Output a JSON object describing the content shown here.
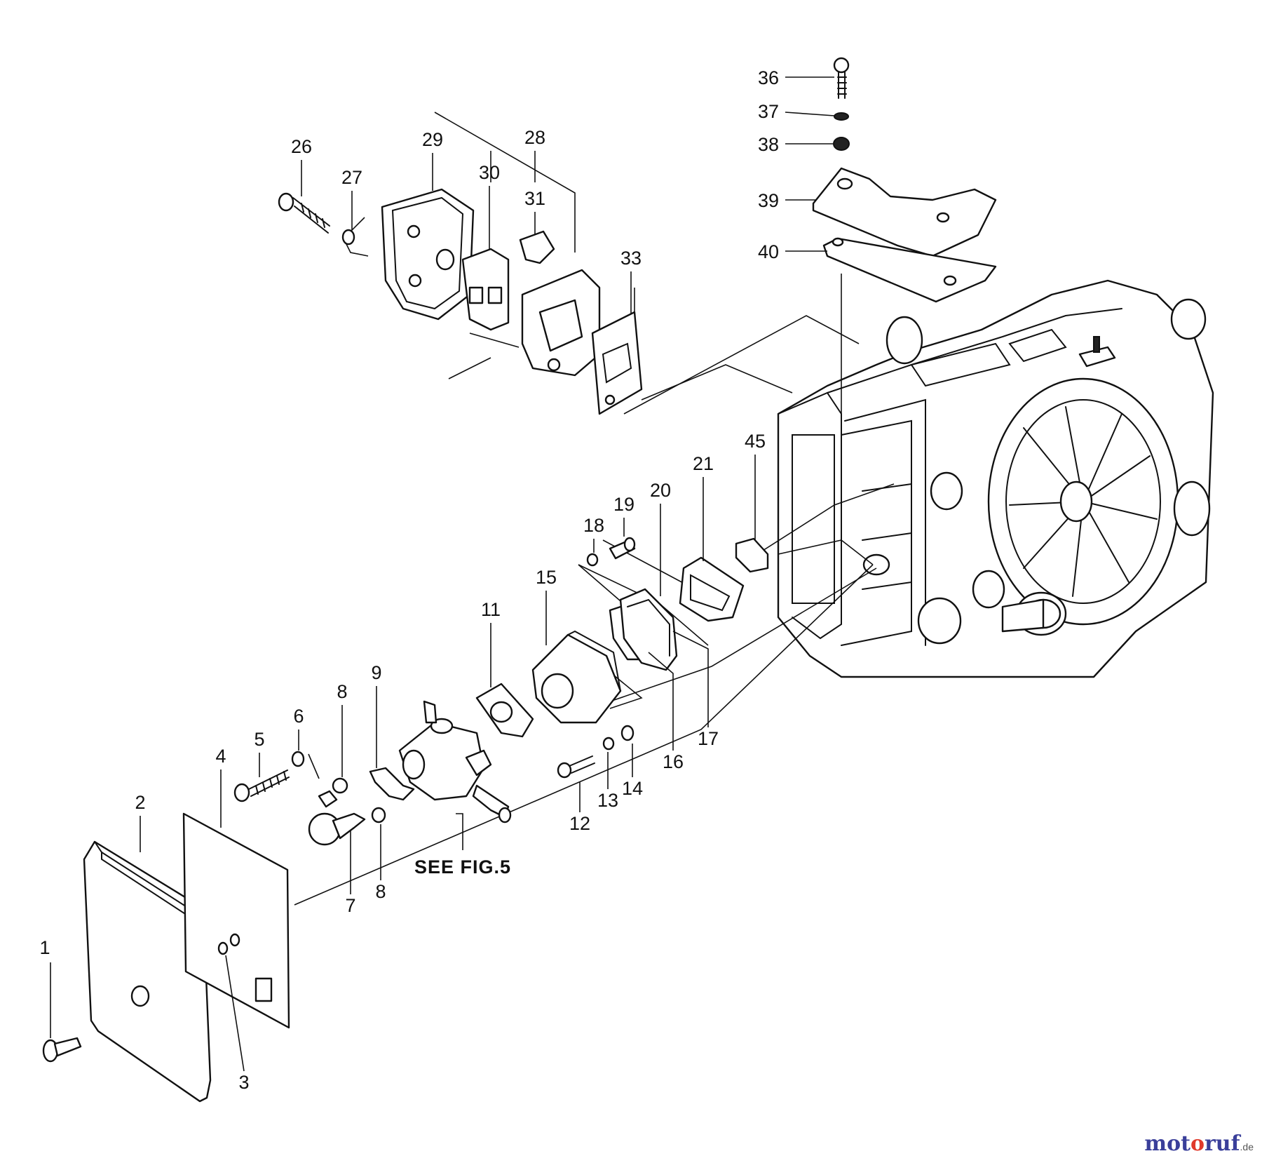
{
  "diagram": {
    "part_numbers": {
      "p1": "1",
      "p2": "2",
      "p3": "3",
      "p4": "4",
      "p5": "5",
      "p6": "6",
      "p7": "7",
      "p8a": "8",
      "p8b": "8",
      "p9": "9",
      "p11": "11",
      "p12": "12",
      "p13": "13",
      "p14": "14",
      "p15": "15",
      "p16": "16",
      "p17": "17",
      "p18": "18",
      "p19": "19",
      "p20": "20",
      "p21": "21",
      "p26": "26",
      "p27": "27",
      "p28": "28",
      "p29": "29",
      "p30": "30",
      "p31": "31",
      "p33": "33",
      "p36": "36",
      "p37": "37",
      "p38": "38",
      "p39": "39",
      "p40": "40",
      "p45": "45"
    },
    "reference_note": "SEE FIG.5"
  },
  "watermark": {
    "text_main": "mot",
    "text_o": "o",
    "text_rest": "ruf",
    "text_tld": ".de"
  }
}
